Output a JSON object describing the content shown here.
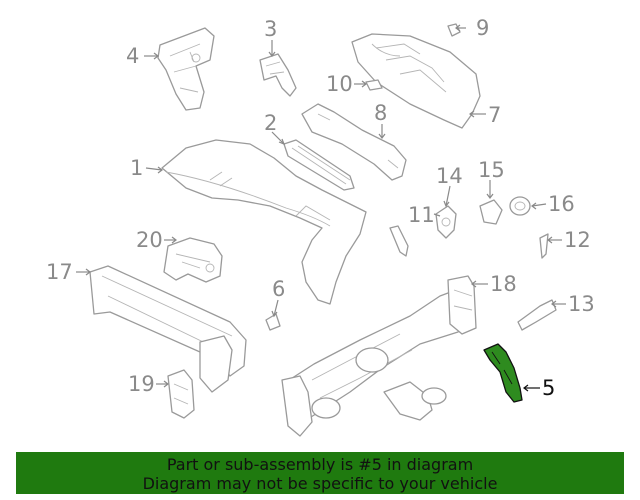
{
  "callouts": [
    {
      "id": "1",
      "text": "1"
    },
    {
      "id": "2",
      "text": "2"
    },
    {
      "id": "3",
      "text": "3"
    },
    {
      "id": "4",
      "text": "4"
    },
    {
      "id": "5",
      "text": "5",
      "highlighted": true
    },
    {
      "id": "6",
      "text": "6"
    },
    {
      "id": "7",
      "text": "7"
    },
    {
      "id": "8",
      "text": "8"
    },
    {
      "id": "9",
      "text": "9"
    },
    {
      "id": "10",
      "text": "10"
    },
    {
      "id": "11",
      "text": "11"
    },
    {
      "id": "12",
      "text": "12"
    },
    {
      "id": "13",
      "text": "13"
    },
    {
      "id": "14",
      "text": "14"
    },
    {
      "id": "15",
      "text": "15"
    },
    {
      "id": "16",
      "text": "16"
    },
    {
      "id": "17",
      "text": "17"
    },
    {
      "id": "18",
      "text": "18"
    },
    {
      "id": "19",
      "text": "19"
    },
    {
      "id": "20",
      "text": "20"
    }
  ],
  "banner": {
    "line1": "Part or sub-assembly is #5 in diagram",
    "line2": "Diagram may not be specific to your vehicle"
  },
  "colors": {
    "highlight": "#2e8b1f",
    "banner_bg": "#1f7a0f",
    "callout_text": "#8a8a8a"
  }
}
